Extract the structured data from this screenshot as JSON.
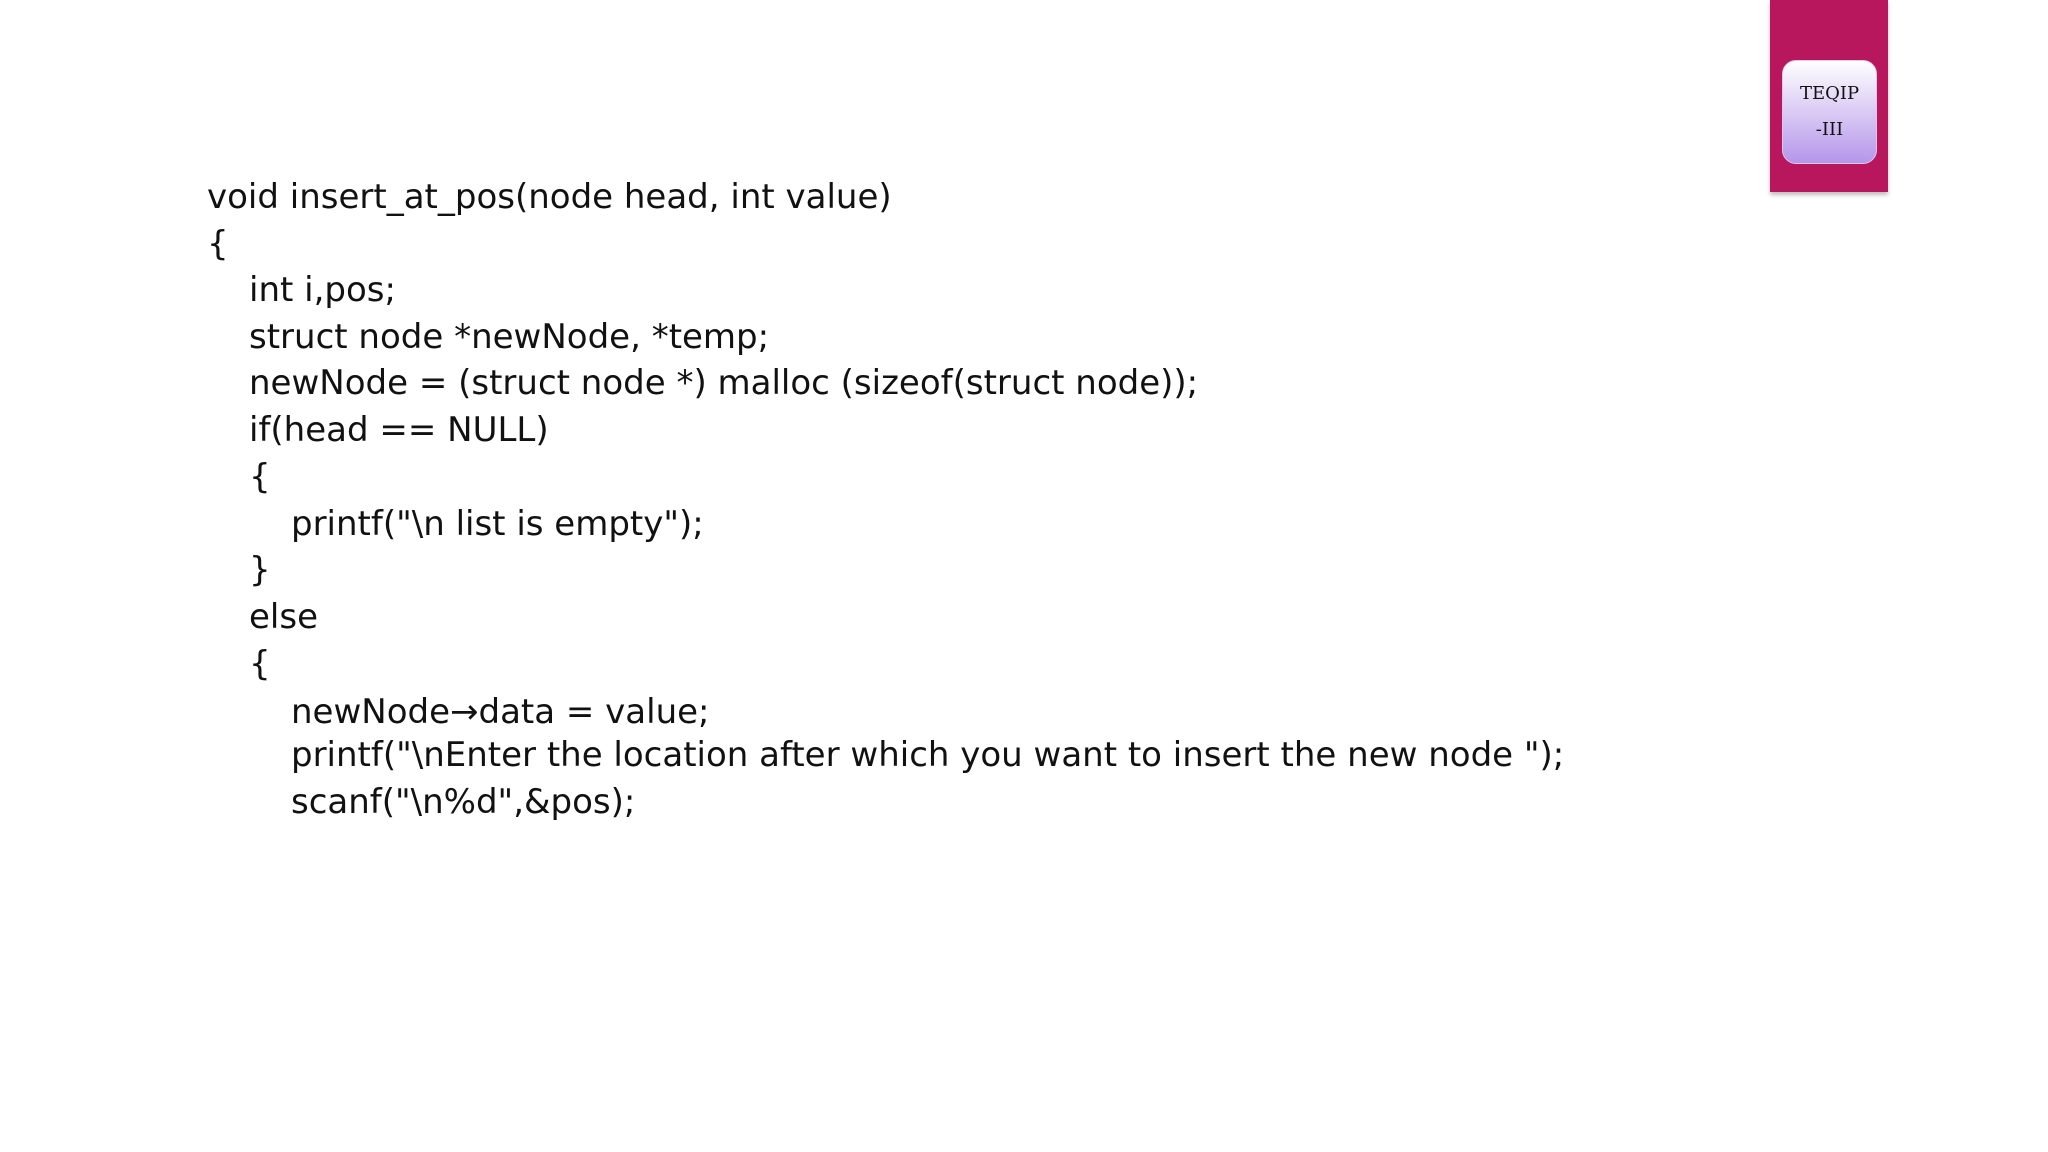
{
  "colors": {
    "background": "#ffffff",
    "badge_tab": "#b8175d",
    "badge_card_top": "#ffffff",
    "badge_card_bottom": "#b596ea",
    "text": "#111111"
  },
  "badge": {
    "line1": "TEQIP",
    "line2": "-III"
  },
  "code_lines": [
    {
      "text": "void insert_at_pos(node head, int value)",
      "indent": 0
    },
    {
      "text": "{",
      "indent": 0
    },
    {
      "text": "int i,pos;",
      "indent": 1
    },
    {
      "text": "struct node *newNode, *temp;",
      "indent": 1
    },
    {
      "text": "newNode = (struct node *) malloc (sizeof(struct node));",
      "indent": 1
    },
    {
      "text": "if(head == NULL)",
      "indent": 1
    },
    {
      "text": "{",
      "indent": 1
    },
    {
      "text": "printf(\"\\n list is empty\");",
      "indent": 2
    },
    {
      "text": "}",
      "indent": 1
    },
    {
      "text": "else",
      "indent": 1
    },
    {
      "text": "{",
      "indent": 1
    },
    {
      "text": "newNode→data = value;",
      "indent": 2
    },
    {
      "text": "printf(\"\\nEnter the location after which you want to insert the new node \");",
      "indent": 2
    },
    {
      "text": "scanf(\"\\n%d\",&pos);",
      "indent": 2
    }
  ]
}
